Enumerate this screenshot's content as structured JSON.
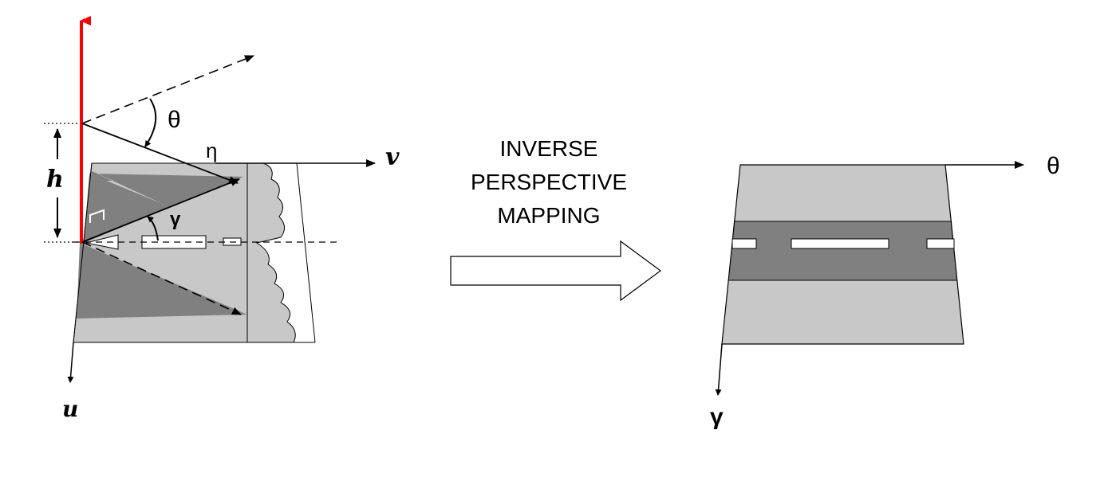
{
  "left_diagram": {
    "label_h": "h",
    "label_u": "u",
    "label_v": "v",
    "label_theta": "θ",
    "label_eta": "η",
    "label_gamma": "γ"
  },
  "middle": {
    "line1": "INVERSE",
    "line2": "PERSPECTIVE",
    "line3": "MAPPING"
  },
  "right_diagram": {
    "label_theta": "θ",
    "label_gamma": "γ"
  },
  "colors": {
    "light_gray": "#c8c8c8",
    "dark_gray": "#808080",
    "camera_axis": "#ff0000",
    "line": "#000000",
    "lane_marking": "#ffffff"
  }
}
